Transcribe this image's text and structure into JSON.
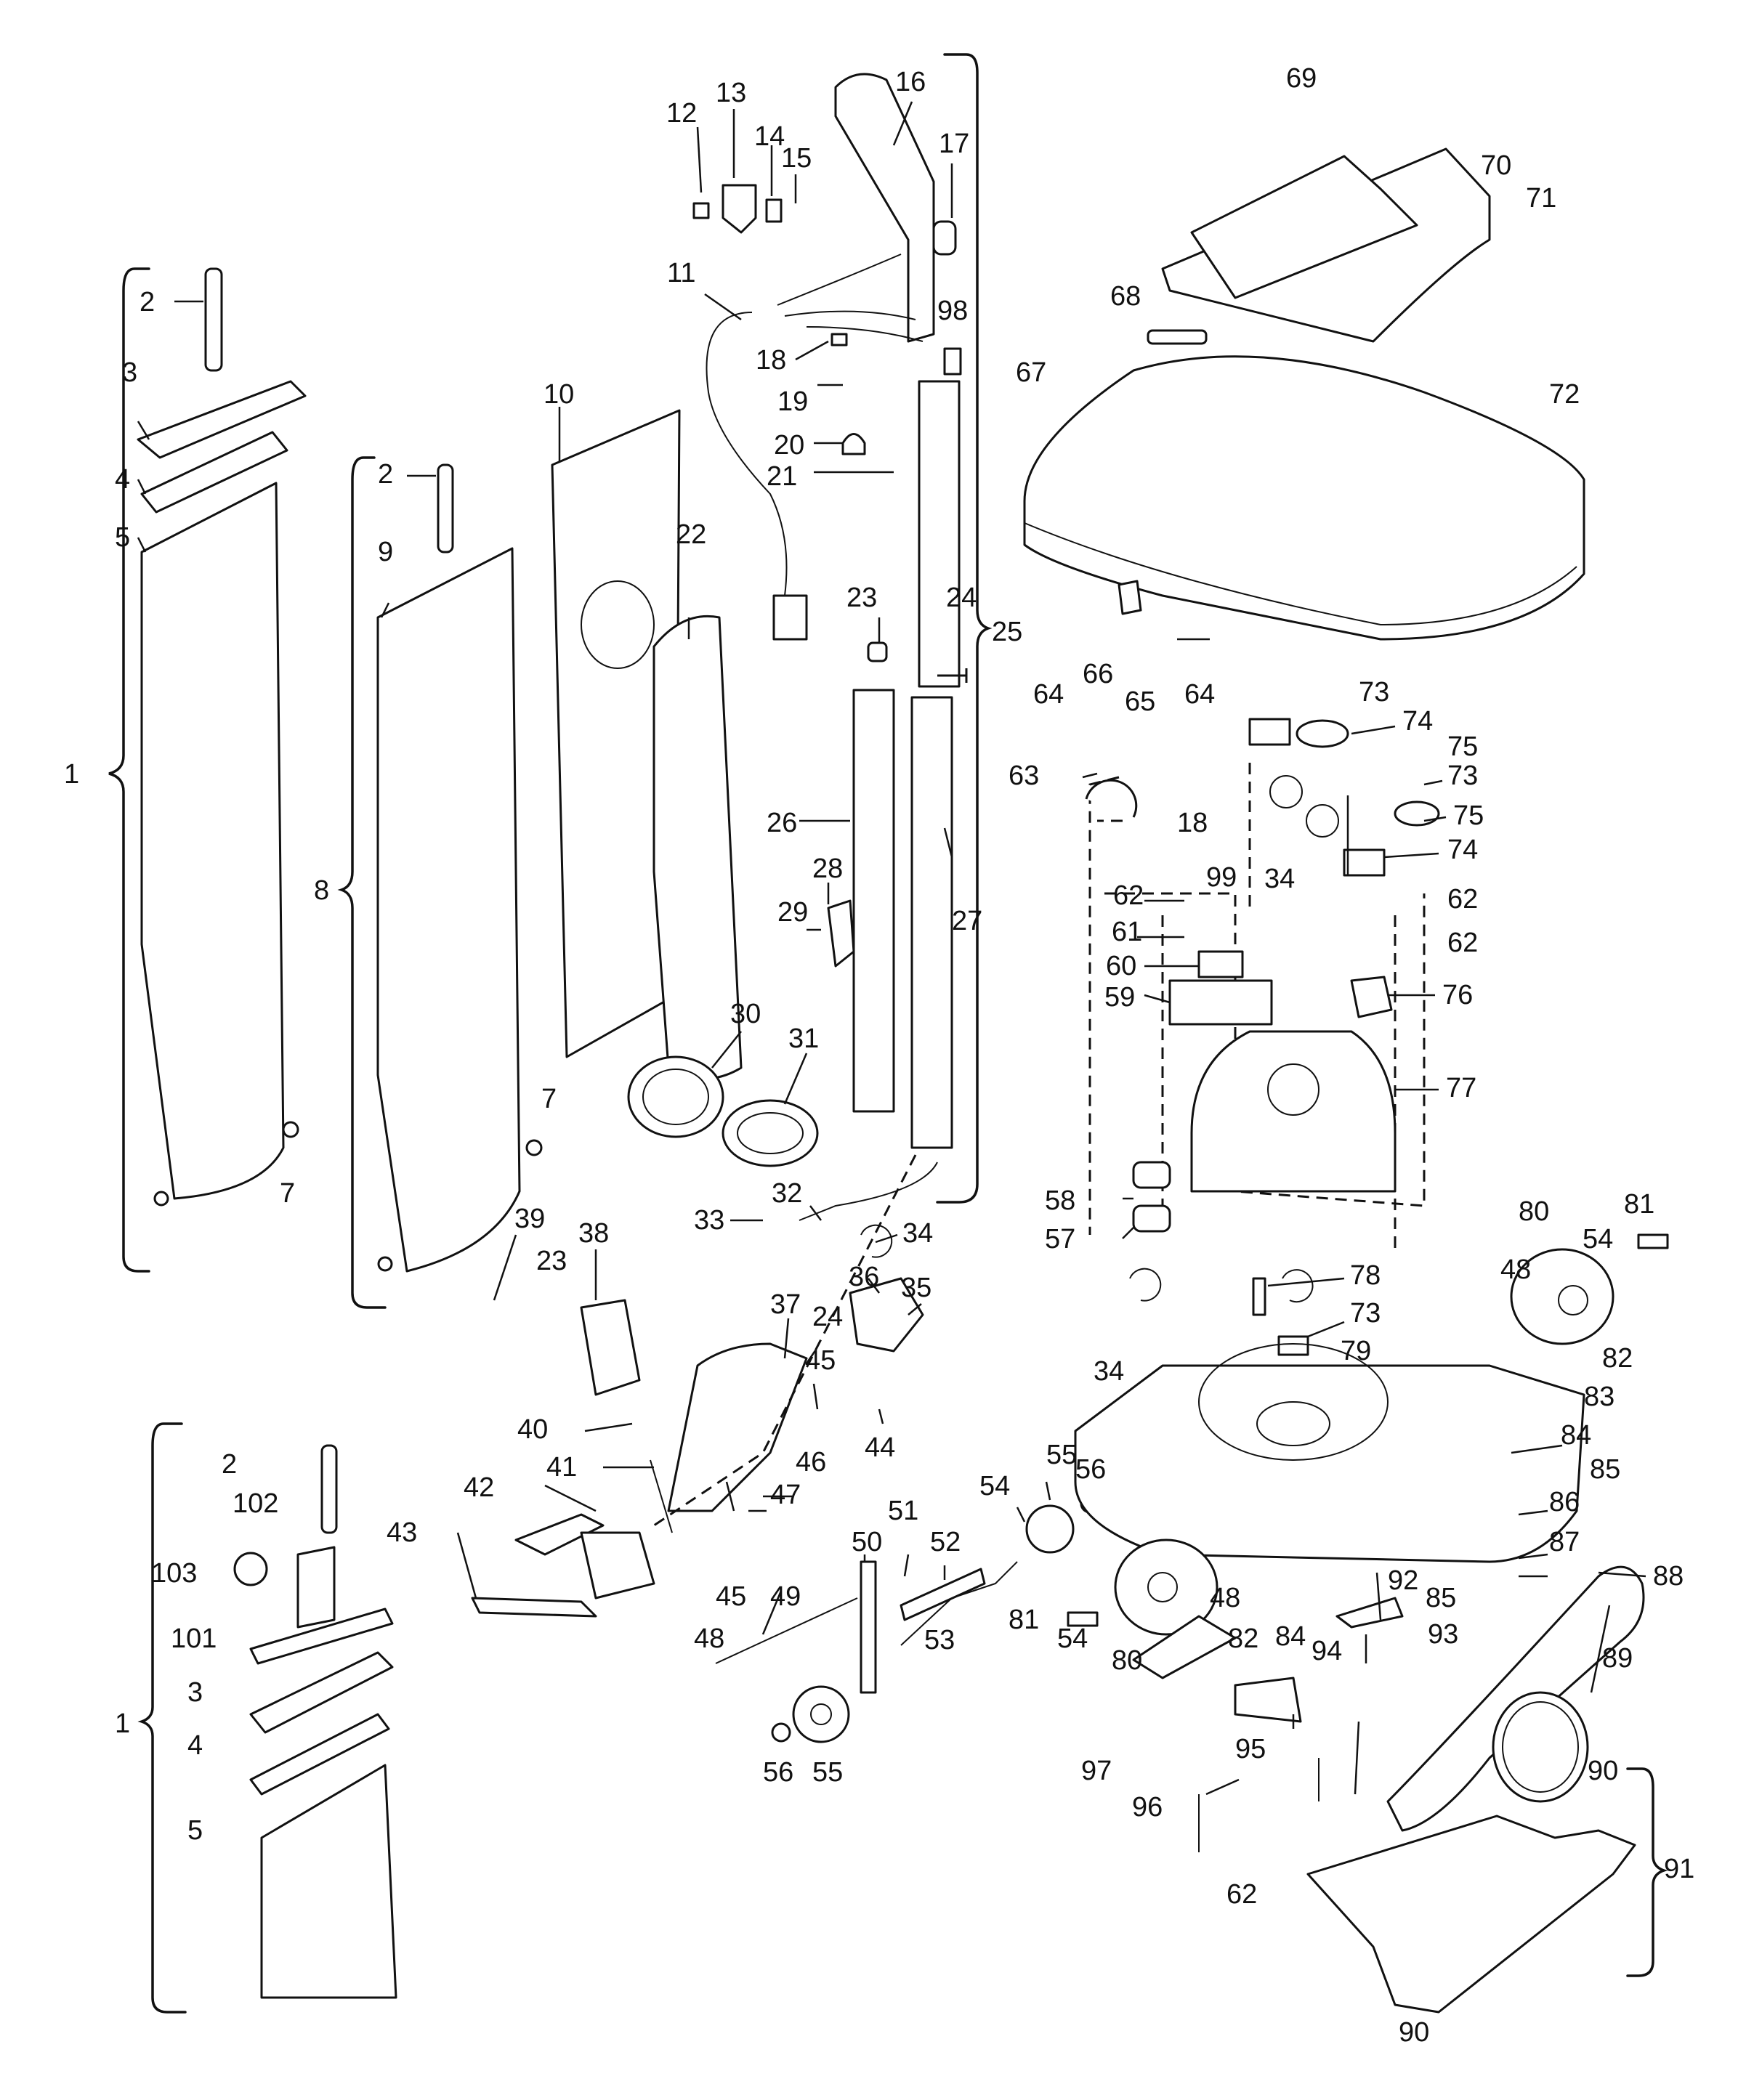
{
  "diagram": {
    "callouts": [
      {
        "num": "1"
      },
      {
        "num": "2"
      },
      {
        "num": "3"
      },
      {
        "num": "4"
      },
      {
        "num": "5"
      },
      {
        "num": "7"
      },
      {
        "num": "7"
      },
      {
        "num": "8"
      },
      {
        "num": "9"
      },
      {
        "num": "10"
      },
      {
        "num": "11"
      },
      {
        "num": "12"
      },
      {
        "num": "13"
      },
      {
        "num": "14"
      },
      {
        "num": "15"
      },
      {
        "num": "16"
      },
      {
        "num": "17"
      },
      {
        "num": "18"
      },
      {
        "num": "19"
      },
      {
        "num": "20"
      },
      {
        "num": "21"
      },
      {
        "num": "22"
      },
      {
        "num": "23"
      },
      {
        "num": "24"
      },
      {
        "num": "25"
      },
      {
        "num": "26"
      },
      {
        "num": "27"
      },
      {
        "num": "28"
      },
      {
        "num": "29"
      },
      {
        "num": "30"
      },
      {
        "num": "31"
      },
      {
        "num": "32"
      },
      {
        "num": "33"
      },
      {
        "num": "34"
      },
      {
        "num": "35"
      },
      {
        "num": "36"
      },
      {
        "num": "37"
      },
      {
        "num": "38"
      },
      {
        "num": "39"
      },
      {
        "num": "40"
      },
      {
        "num": "41"
      },
      {
        "num": "42"
      },
      {
        "num": "43"
      },
      {
        "num": "44"
      },
      {
        "num": "45"
      },
      {
        "num": "45"
      },
      {
        "num": "46"
      },
      {
        "num": "47"
      },
      {
        "num": "48"
      },
      {
        "num": "48"
      },
      {
        "num": "48"
      },
      {
        "num": "49"
      },
      {
        "num": "50"
      },
      {
        "num": "51"
      },
      {
        "num": "52"
      },
      {
        "num": "53"
      },
      {
        "num": "54"
      },
      {
        "num": "54"
      },
      {
        "num": "54"
      },
      {
        "num": "55"
      },
      {
        "num": "55"
      },
      {
        "num": "56"
      },
      {
        "num": "56"
      },
      {
        "num": "57"
      },
      {
        "num": "58"
      },
      {
        "num": "59"
      },
      {
        "num": "60"
      },
      {
        "num": "61"
      },
      {
        "num": "62"
      },
      {
        "num": "62"
      },
      {
        "num": "62"
      },
      {
        "num": "62"
      },
      {
        "num": "63"
      },
      {
        "num": "64"
      },
      {
        "num": "64"
      },
      {
        "num": "65"
      },
      {
        "num": "66"
      },
      {
        "num": "67"
      },
      {
        "num": "68"
      },
      {
        "num": "69"
      },
      {
        "num": "70"
      },
      {
        "num": "71"
      },
      {
        "num": "72"
      },
      {
        "num": "73"
      },
      {
        "num": "73"
      },
      {
        "num": "73"
      },
      {
        "num": "74"
      },
      {
        "num": "74"
      },
      {
        "num": "75"
      },
      {
        "num": "75"
      },
      {
        "num": "76"
      },
      {
        "num": "77"
      },
      {
        "num": "78"
      },
      {
        "num": "79"
      },
      {
        "num": "80"
      },
      {
        "num": "80"
      },
      {
        "num": "81"
      },
      {
        "num": "81"
      },
      {
        "num": "82"
      },
      {
        "num": "82"
      },
      {
        "num": "83"
      },
      {
        "num": "84"
      },
      {
        "num": "84"
      },
      {
        "num": "85"
      },
      {
        "num": "85"
      },
      {
        "num": "86"
      },
      {
        "num": "87"
      },
      {
        "num": "88"
      },
      {
        "num": "89"
      },
      {
        "num": "90"
      },
      {
        "num": "90"
      },
      {
        "num": "91"
      },
      {
        "num": "92"
      },
      {
        "num": "93"
      },
      {
        "num": "94"
      },
      {
        "num": "95"
      },
      {
        "num": "96"
      },
      {
        "num": "97"
      },
      {
        "num": "98"
      },
      {
        "num": "99"
      },
      {
        "num": "101"
      },
      {
        "num": "102"
      },
      {
        "num": "103"
      },
      {
        "num": "1"
      },
      {
        "num": "2"
      },
      {
        "num": "2"
      },
      {
        "num": "3"
      },
      {
        "num": "4"
      },
      {
        "num": "5"
      },
      {
        "num": "18"
      },
      {
        "num": "23"
      },
      {
        "num": "24"
      },
      {
        "num": "34"
      },
      {
        "num": "34"
      }
    ]
  }
}
